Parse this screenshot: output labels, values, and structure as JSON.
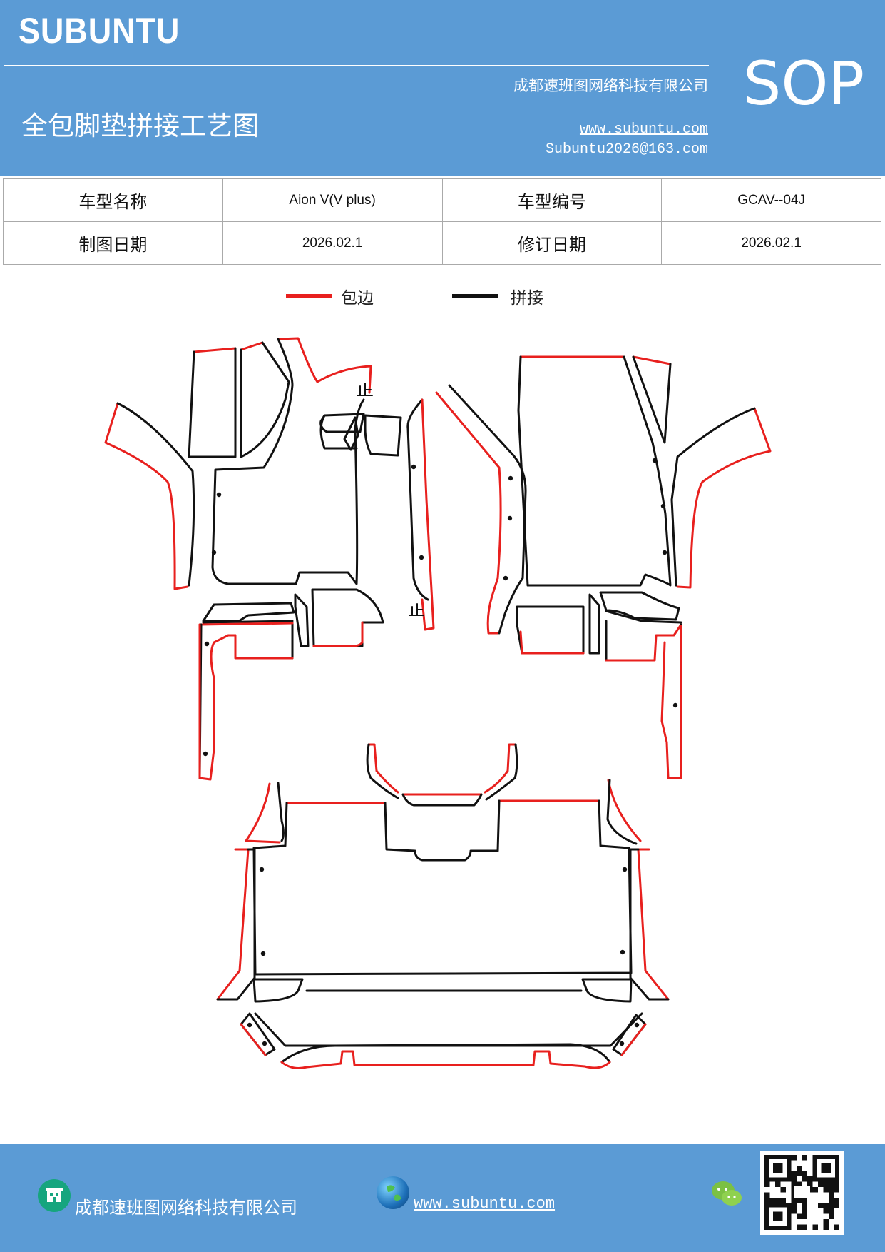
{
  "header": {
    "brand": "SUBUNTU",
    "company": "成都速班图网络科技有限公司",
    "title": "全包脚垫拼接工艺图",
    "website": "www.subuntu.com",
    "email": "Subuntu2026@163.com",
    "sop": "SOP"
  },
  "info_table": {
    "rows": [
      {
        "label1": "车型名称",
        "value1": "Aion V(V plus)",
        "label2": "车型编号",
        "value2": "GCAV--04J"
      },
      {
        "label1": "制图日期",
        "value1": "2026.02.1",
        "label2": "修订日期",
        "value2": "2026.02.1"
      }
    ]
  },
  "legend": {
    "edge_label": "包边",
    "edge_color": "#e8201e",
    "seam_label": "拼接",
    "seam_color": "#111111"
  },
  "drawing": {
    "marks": [
      "止",
      "止"
    ]
  },
  "footer": {
    "company": "成都速班图网络科技有限公司",
    "website": "www.subuntu.com",
    "building_icon": "building-icon",
    "globe_icon": "globe-icon",
    "wechat_icon": "wechat-icon",
    "qr_icon": "qr-code-icon"
  }
}
